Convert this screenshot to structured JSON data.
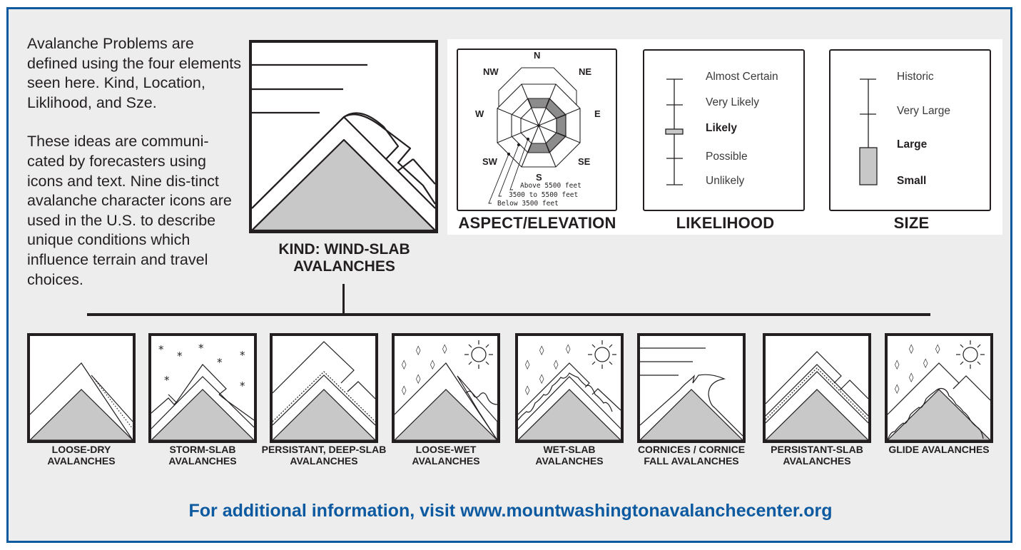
{
  "intro": {
    "paragraph_1": "Avalanche Problems are defined using the four elements seen here. Kind, Location, Liklihood, and Sze.",
    "paragraph_2": "These ideas are communi-cated by forecasters using icons and text.  Nine dis-tinct avalanche character icons are used in the U.S. to describe unique conditions which influence terrain and travel choices."
  },
  "kind": {
    "caption_line_1": "KIND: WIND-SLAB",
    "caption_line_2": "AVALANCHES",
    "icon": "wind-slab-icon"
  },
  "aspect_elevation": {
    "caption": "ASPECT/ELEVATION",
    "directions": [
      "N",
      "NE",
      "E",
      "SE",
      "S",
      "SW",
      "W",
      "NW"
    ],
    "elevation_bands": [
      "Above 5500 feet",
      "3500 to 5500 feet",
      "Below 3500 feet"
    ],
    "highlighted": {
      "band": "3500 to 5500 feet",
      "aspects": [
        "N",
        "NE",
        "E",
        "SE",
        "S"
      ]
    },
    "fill_color": "#8c8c8c"
  },
  "likelihood": {
    "caption": "LIKELIHOOD",
    "levels": [
      "Almost Certain",
      "Very Likely",
      "Likely",
      "Possible",
      "Unlikely"
    ],
    "selected": "Likely"
  },
  "size": {
    "caption": "SIZE",
    "levels": [
      "Historic",
      "Very Large",
      "Large",
      "Small"
    ],
    "selected_range": [
      "Small",
      "Large"
    ]
  },
  "problem_types": [
    {
      "line_1": "LOOSE-DRY",
      "line_2": "AVALANCHES",
      "icon": "loose-dry-icon"
    },
    {
      "line_1": "STORM-SLAB",
      "line_2": "AVALANCHES",
      "icon": "storm-slab-icon"
    },
    {
      "line_1": "PERSISTANT, DEEP-SLAB",
      "line_2": "AVALANCHES",
      "icon": "deep-slab-icon"
    },
    {
      "line_1": "LOOSE-WET",
      "line_2": "AVALANCHES",
      "icon": "loose-wet-icon"
    },
    {
      "line_1": "WET-SLAB",
      "line_2": "AVALANCHES",
      "icon": "wet-slab-icon"
    },
    {
      "line_1": "CORNICES / CORNICE",
      "line_2": "FALL AVALANCHES",
      "icon": "cornice-icon"
    },
    {
      "line_1": "PERSISTANT-SLAB",
      "line_2": "AVALANCHES",
      "icon": "persistent-slab-icon"
    },
    {
      "line_1": "GLIDE AVALANCHES",
      "line_2": "",
      "icon": "glide-icon"
    }
  ],
  "footer": {
    "text": "For additional information, visit www.mountwashingtonavalanchecenter.org"
  },
  "colors": {
    "frame_border": "#0d5aa0",
    "background": "#ededee",
    "mountain_fill": "#c8c8c8",
    "footer_text": "#0d5aa0"
  }
}
